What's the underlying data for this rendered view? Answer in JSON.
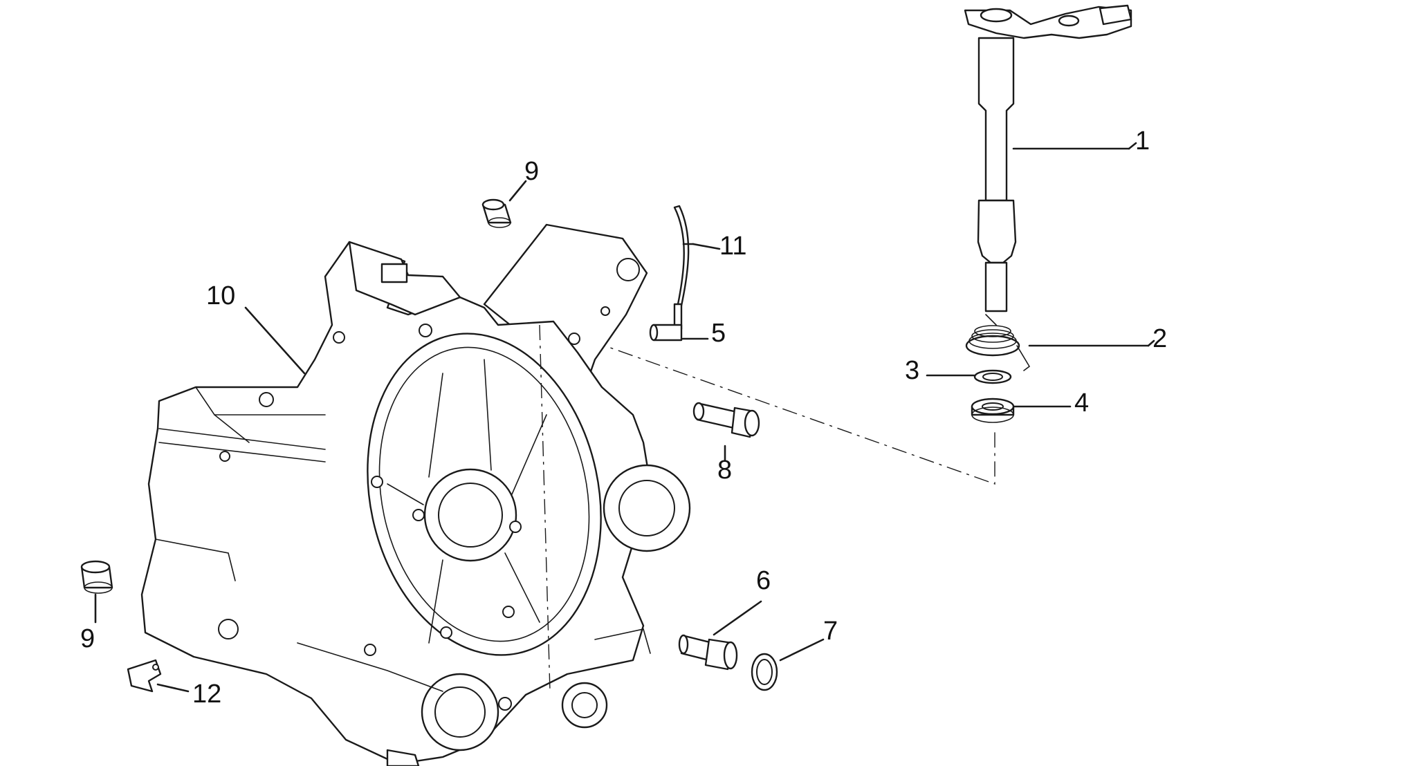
{
  "callouts": {
    "c1": "1",
    "c2": "2",
    "c3": "3",
    "c4": "4",
    "c5": "5",
    "c6": "6",
    "c7": "7",
    "c8": "8",
    "c9a": "9",
    "c9b": "9",
    "c10": "10",
    "c11": "11",
    "c12": "12"
  },
  "colors": {
    "line": "#1a1a1a",
    "background": "#ffffff"
  }
}
